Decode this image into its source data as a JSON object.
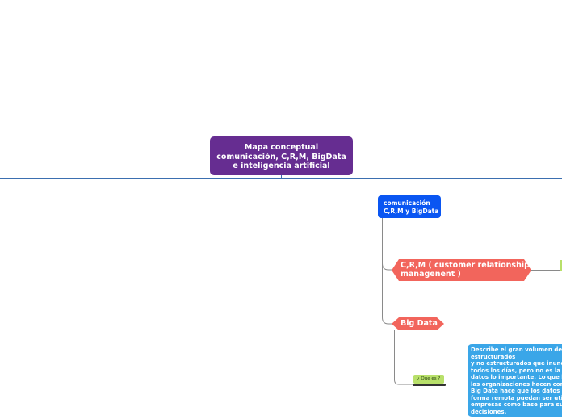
{
  "mindmap": {
    "root": {
      "label": "Mapa conceptual\ncomunicación, C,R,M, BigData\ne inteligencia artificial",
      "color": "#662d91"
    },
    "comunicacion": {
      "label": "comunicación\nC,R,M y BigData",
      "color": "#0a56f2"
    },
    "crm": {
      "label": "C,R,M ( customer relationship\nmanagenent )",
      "color": "#f2655c"
    },
    "bigdata": {
      "label": "Big Data",
      "color": "#f2655c"
    },
    "que_es": {
      "label": "¿ Que es ?",
      "color": "#b8e06a"
    },
    "descripcion": {
      "label": "Describe el gran volumen de\nestructurados\ny no estructurados que inund\ntodos los días, pero no es la c\ndatos lo importante. Lo que l\nlas organizaciones hacen con\nBig Data hace que los datos a\nforma remota puedan ser util\nempresas como base para su\ndecisiones.",
      "color": "#3aa6e8"
    },
    "connector_color": "#3b6fb0"
  }
}
